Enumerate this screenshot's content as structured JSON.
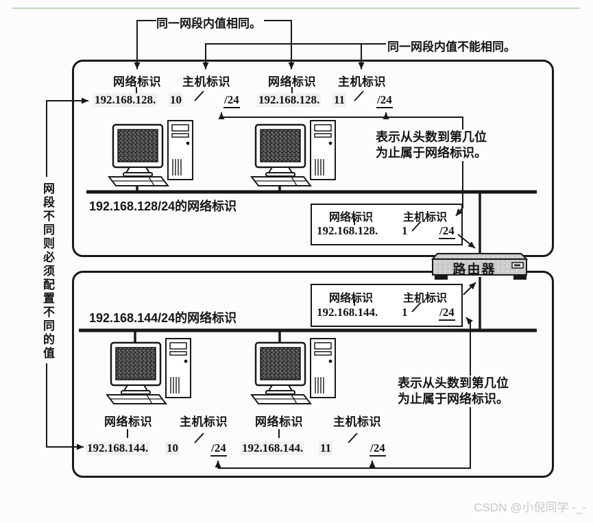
{
  "page": {
    "watermark": "CSDN @小倪同学 -_-"
  },
  "labels": {
    "network_id": "网络标识",
    "host_id": "主机标识"
  },
  "annotations": {
    "same_value": "同一网段内值相同。",
    "different_value": "同一网段内值不能相同。",
    "prefix_meaning_top": "表示从头数到第几位\n为止属于网络标识。",
    "prefix_meaning_bottom": "表示从头数到第几位\n为止属于网络标识。",
    "cross_segment": "网段不同则必须配置不同的值"
  },
  "segment1": {
    "title": "192.168.128/24的网络标识",
    "hosts": [
      {
        "network": "192.168.128.",
        "host": "10",
        "prefix": "/24"
      },
      {
        "network": "192.168.128.",
        "host": "11",
        "prefix": "/24"
      }
    ],
    "router_if": {
      "network": "192.168.128.",
      "host": "1",
      "prefix": "/24"
    }
  },
  "segment2": {
    "title": "192.168.144/24的网络标识",
    "hosts": [
      {
        "network": "192.168.144.",
        "host": "10",
        "prefix": "/24"
      },
      {
        "network": "192.168.144.",
        "host": "11",
        "prefix": "/24"
      }
    ],
    "router_if": {
      "network": "192.168.144.",
      "host": "1",
      "prefix": "/24"
    }
  },
  "router": {
    "label": "路由器"
  },
  "colors": {
    "line": "#181818",
    "divider_green": "#b5dcb5",
    "watermark_gray": "#c9c6c6"
  }
}
